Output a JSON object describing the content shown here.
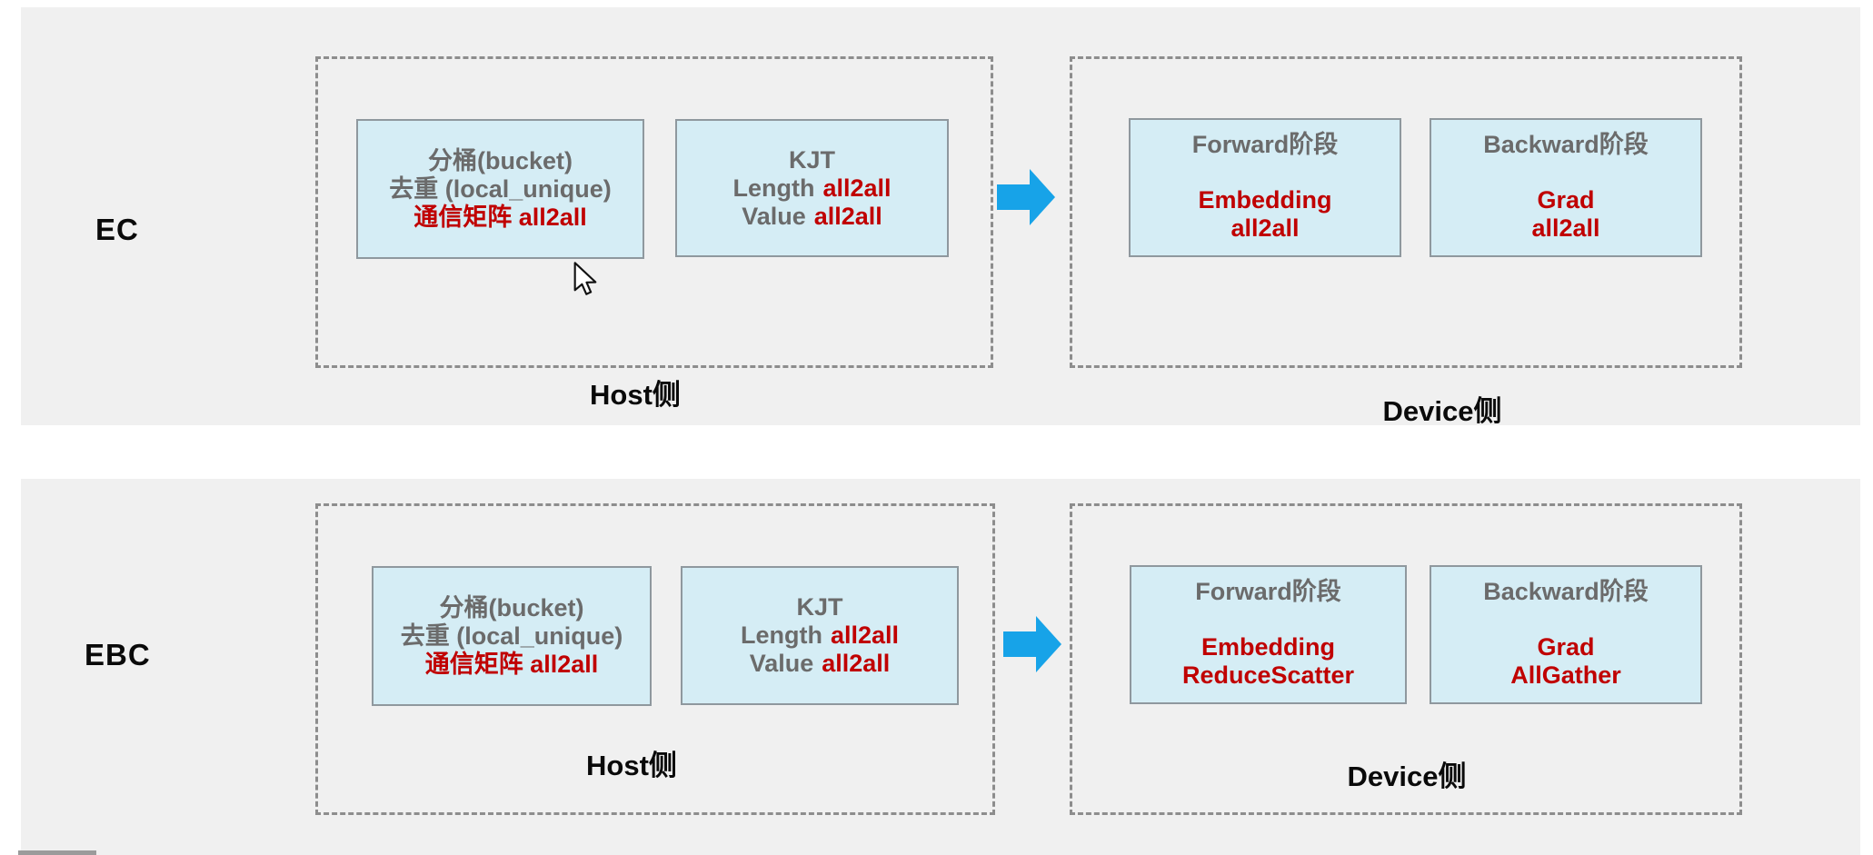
{
  "colors": {
    "panel_bg": "#f0f0f0",
    "box_fill": "#d5edf5",
    "box_border": "#8f989e",
    "dash_border": "#8d8d8d",
    "text_gray": "#6b6b6b",
    "text_red": "#c00000",
    "text_black": "#0a0a0a",
    "arrow_blue": "#17a3e8"
  },
  "rows": [
    {
      "label": "EC",
      "host": {
        "caption": "Host侧",
        "bucket_box": {
          "line1": "分桶(bucket)",
          "line2": "去重 (local_unique)",
          "line3": "通信矩阵 all2all"
        },
        "kjt_box": {
          "title": "KJT",
          "length_label": "Length",
          "length_value": "all2all",
          "value_label": "Value",
          "value_value": "all2all"
        }
      },
      "device": {
        "caption": "Device侧",
        "forward_box": {
          "title": "Forward阶段",
          "red_line1": "Embedding",
          "red_line2": "all2all"
        },
        "backward_box": {
          "title": "Backward阶段",
          "red_line1": "Grad",
          "red_line2": "all2all"
        }
      }
    },
    {
      "label": "EBC",
      "host": {
        "caption": "Host侧",
        "bucket_box": {
          "line1": "分桶(bucket)",
          "line2": "去重 (local_unique)",
          "line3": "通信矩阵 all2all"
        },
        "kjt_box": {
          "title": "KJT",
          "length_label": "Length",
          "length_value": "all2all",
          "value_label": "Value",
          "value_value": "all2all"
        }
      },
      "device": {
        "caption": "Device侧",
        "forward_box": {
          "title": "Forward阶段",
          "red_line1": "Embedding",
          "red_line2": "ReduceScatter"
        },
        "backward_box": {
          "title": "Backward阶段",
          "red_line1": "Grad",
          "red_line2": "AllGather"
        }
      }
    }
  ]
}
